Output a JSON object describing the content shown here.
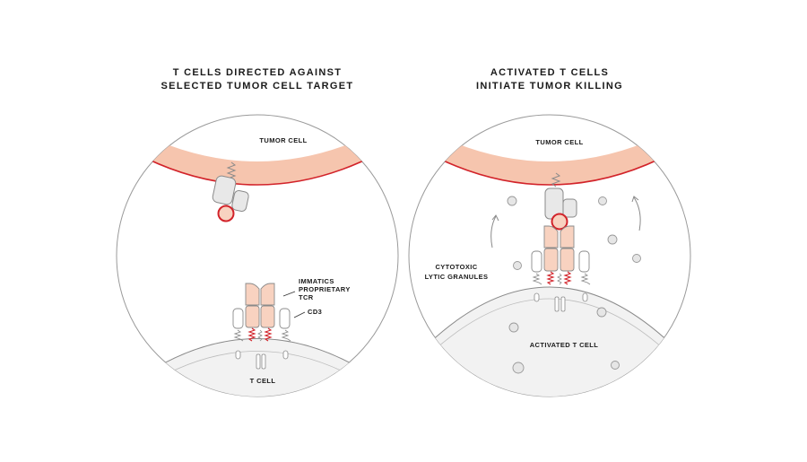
{
  "left_panel": {
    "title_line1": "T CELLS DIRECTED AGAINST",
    "title_line2": "SELECTED TUMOR CELL TARGET",
    "tumor_label": "TUMOR CELL",
    "tcr_label_line1": "IMMATICS",
    "tcr_label_line2": "PROPRIETARY",
    "tcr_label_line3": "TCR",
    "cd3_label": "CD3",
    "tcell_label": "T CELL"
  },
  "right_panel": {
    "title_line1": "ACTIVATED T CELLS",
    "title_line2": "INITIATE TUMOR KILLING",
    "tumor_label": "TUMOR CELL",
    "granules_label_line1": "CYTOTOXIC",
    "granules_label_line2": "LYTIC GRANULES",
    "tcell_label": "ACTIVATED T CELL"
  },
  "colors": {
    "tumor_fill": "#f6c5ae",
    "accent_red": "#d2232a",
    "receptor_fill": "#f8d2c0",
    "neutral_fill": "#e8e8e8",
    "outline": "#8a8a8a",
    "text": "#1a1a1a"
  }
}
